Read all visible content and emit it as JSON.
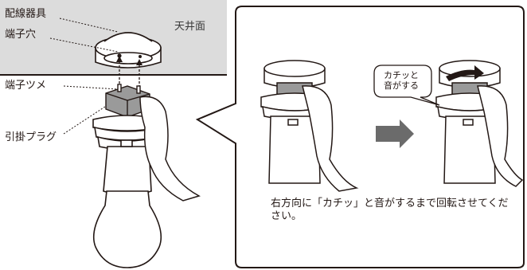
{
  "labels": {
    "wiring_device": "配線器具",
    "terminal_hole": "端子穴",
    "ceiling_surface": "天井面",
    "terminal_tab": "端子ツメ",
    "hook_plug": "引掛プラグ"
  },
  "bubble_line1": "カチッと",
  "bubble_line2": "音がする",
  "instruction": "右方向に「カチッ」と音がするまで回転させてください。",
  "colors": {
    "ceiling": "#dcdcdc",
    "line": "#231815",
    "plug": "#9a9a9a",
    "arrow": "#6b6b6b"
  }
}
